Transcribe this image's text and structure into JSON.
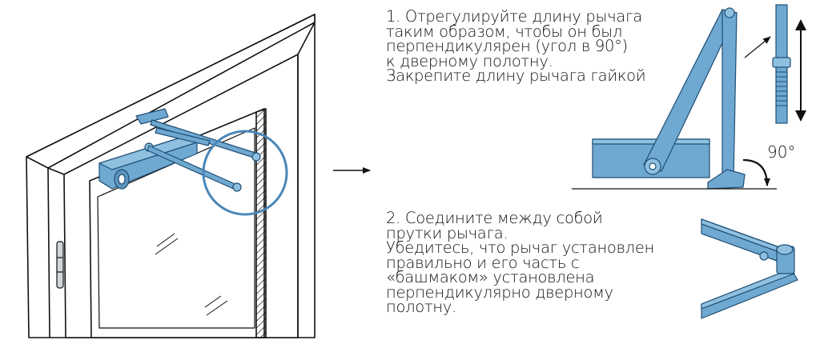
{
  "colors": {
    "closer_fill": "#6fa8d1",
    "closer_stroke": "#1f4f75",
    "highlight_circle": "#4a86b8",
    "outline": "#111111",
    "background": "#ffffff"
  },
  "icons": [
    "arrow-right-icon",
    "angle-arrow-icon",
    "double-arrow-icon",
    "pointer-arrow-icon"
  ],
  "step1": {
    "lines": [
      "1. Отрегулируйте длину рычага",
      "таким образом, чтобы он был",
      "перпендикулярен (угол в 90°)",
      "к дверному полотну.",
      "Закрепите длину рычага гайкой"
    ],
    "angle_label": "90°"
  },
  "step2": {
    "lines": [
      "2. Соедините между собой",
      "прутки рычага.",
      "Убедитесь, что рычаг установлен",
      "правильно и его часть с",
      "«башмаком» установлена",
      "перпендикулярно дверному",
      "полотну."
    ]
  }
}
